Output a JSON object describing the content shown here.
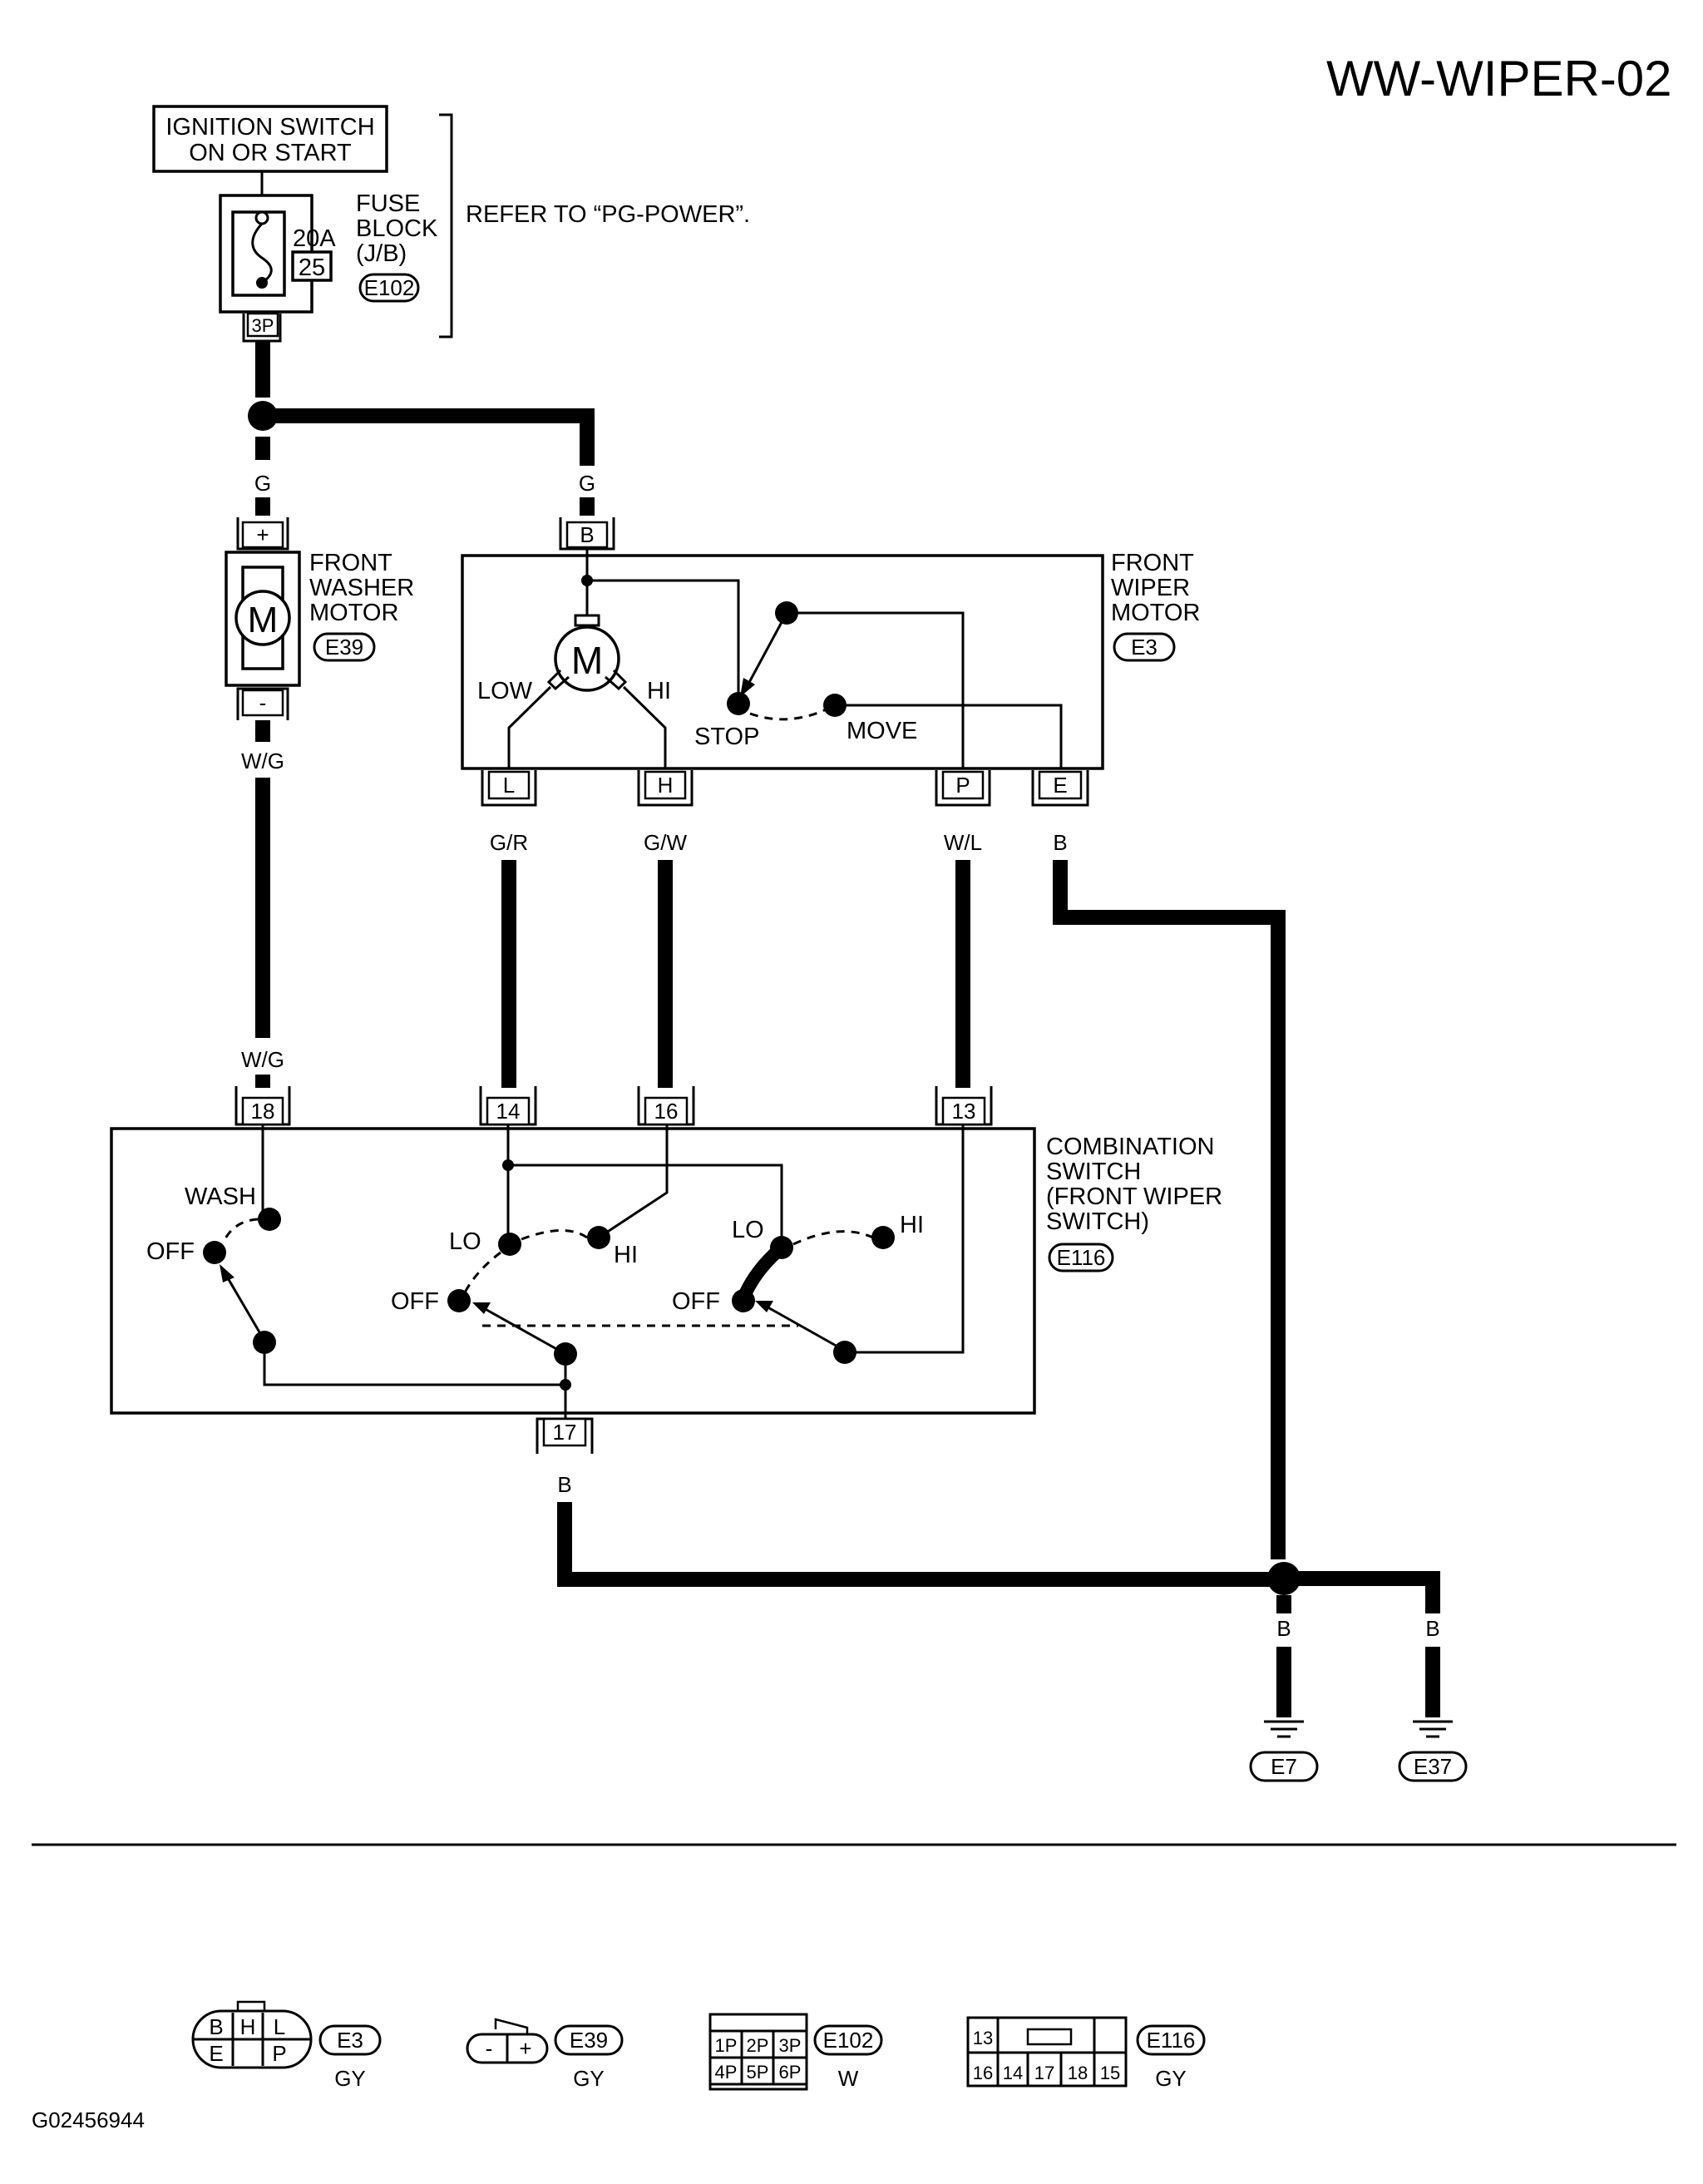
{
  "title": "WW-WIPER-02",
  "figure_id": "G02456944",
  "power": {
    "ignition_line1": "IGNITION SWITCH",
    "ignition_line2": "ON OR START",
    "fuse_rating": "20A",
    "fuse_number": "25",
    "fuse_block_line1": "FUSE",
    "fuse_block_line2": "BLOCK",
    "fuse_block_line3": "(J/B)",
    "fuse_block_connector": "E102",
    "fuse_terminal": "3P",
    "refer_note": "REFER TO “PG-POWER”."
  },
  "washer_motor": {
    "label_line1": "FRONT",
    "label_line2": "WASHER",
    "label_line3": "MOTOR",
    "connector": "E39",
    "symbol": "M",
    "terminal_plus": "+",
    "terminal_minus": "-"
  },
  "wiper_motor": {
    "label_line1": "FRONT",
    "label_line2": "WIPER",
    "label_line3": "MOTOR",
    "connector": "E3",
    "symbol": "M",
    "terminal_b": "B",
    "terminal_l": "L",
    "terminal_h": "H",
    "terminal_p": "P",
    "terminal_e": "E",
    "low_label": "LOW",
    "hi_label": "HI",
    "stop_label": "STOP",
    "move_label": "MOVE"
  },
  "wire_colors": {
    "g_left": "G",
    "g_right": "G",
    "wg_top": "W/G",
    "wg_bottom": "W/G",
    "gr": "G/R",
    "gw": "G/W",
    "wl": "W/L",
    "b_motor": "B",
    "b_switch": "B",
    "b_e7": "B",
    "b_e37": "B"
  },
  "combination_switch": {
    "label_line1": "COMBINATION",
    "label_line2": "SWITCH",
    "label_line3": "(FRONT WIPER",
    "label_line4": "SWITCH)",
    "connector": "E116",
    "terminal_18": "18",
    "terminal_14": "14",
    "terminal_16": "16",
    "terminal_13": "13",
    "terminal_17": "17",
    "wash_label": "WASH",
    "washer_off_label": "OFF",
    "lo1_label": "LO",
    "hi1_label": "HI",
    "off1_label": "OFF",
    "lo2_label": "LO",
    "hi2_label": "HI",
    "off2_label": "OFF"
  },
  "grounds": {
    "e7": "E7",
    "e37": "E37"
  },
  "connector_views": {
    "e3": {
      "id": "E3",
      "color": "GY",
      "pins": [
        "B",
        "H",
        "L",
        "E",
        "P"
      ]
    },
    "e39": {
      "id": "E39",
      "color": "GY",
      "pins": [
        "-",
        "+"
      ]
    },
    "e102": {
      "id": "E102",
      "color": "W",
      "pins_top": [
        "1P",
        "2P",
        "3P"
      ],
      "pins_bottom": [
        "4P",
        "5P",
        "6P"
      ]
    },
    "e116": {
      "id": "E116",
      "color": "GY",
      "pins_top": [
        "13"
      ],
      "pins_bottom": [
        "16",
        "14",
        "17",
        "18",
        "15"
      ]
    }
  }
}
